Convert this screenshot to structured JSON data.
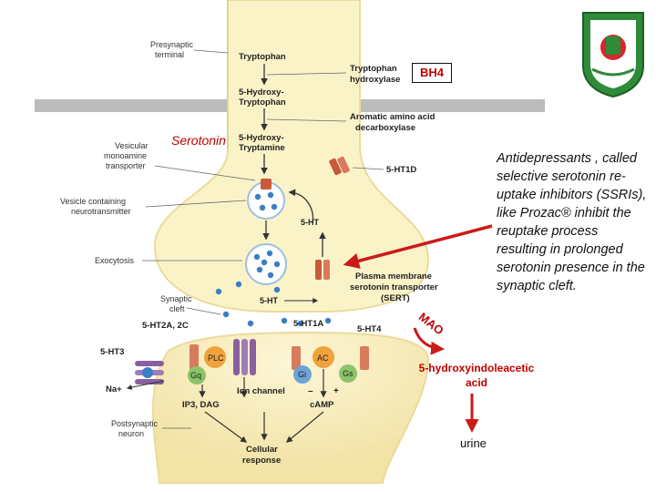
{
  "labels": {
    "presynaptic_terminal": [
      "Presynaptic",
      "terminal"
    ],
    "tryptophan": "Tryptophan",
    "tryptophan_hydroxylase": [
      "Tryptophan",
      "hydroxylase"
    ],
    "five_hydroxy_tryptophan": [
      "5-Hydroxy-",
      "Tryptophan"
    ],
    "aromatic_decarboxylase": [
      "Aromatic amino acid",
      "decarboxylase"
    ],
    "five_hydroxy_tryptamine": [
      "5-Hydroxy-",
      "Tryptamine"
    ],
    "vesicular_transporter": [
      "Vesicular",
      "monoamine",
      "transporter"
    ],
    "vesicle_containing": [
      "Vesicle containing",
      "neurotransmitter"
    ],
    "ht1d": "5-HT1D",
    "ht": "5-HT",
    "exocytosis": "Exocytosis",
    "plasma_membrane": [
      "Plasma membrane",
      "serotonin transporter",
      "(SERT)"
    ],
    "synaptic_cleft": [
      "Synaptic",
      "cleft"
    ],
    "ht_cleft": "5-HT",
    "ht2ac": "5-HT2A, 2C",
    "ht1a": "5-HT1A",
    "ht4": "5-HT4",
    "ht3": "5-HT3",
    "na": "Na+",
    "plc": "PLC",
    "gq": "Gq",
    "ac": "AC",
    "gi": "Gi",
    "gs": "Gs",
    "ion_channel": "Ion channel",
    "ip3_dag": "IP3, DAG",
    "camp": "cAMP",
    "minus": "–",
    "plus": "+",
    "postsynaptic": [
      "Postsynaptic",
      "neuron"
    ],
    "cellular_response": [
      "Cellular",
      "response"
    ]
  },
  "overlay": {
    "bh4": "BH4",
    "serotonin": "Serotonin",
    "antidepressants": "Antidepressants , called selective serotonin re-uptake inhibitors (SSRIs), like Prozac® inhibit the reuptake process resulting in prolonged serotonin presence in the synaptic cleft.",
    "mao": "MAO",
    "hiaa": [
      "5-hydroxyindoleacetic",
      "acid"
    ],
    "urine": "urine"
  },
  "colors": {
    "neuron_fill": "#fbf3c8",
    "neuron_edge": "#eadb9c",
    "annotation_red": "#c00000",
    "arrow_red": "#cc1a1a",
    "vesicle_blue": "#3a7fc4",
    "enzyme_orange": "#f0a23c",
    "g_green": "#8cc46a",
    "g_blue": "#6fa3d8",
    "receptor_purple": "#8a5fa0",
    "transporter_red": "#c85a3c"
  },
  "icons": {
    "logo": "university-seal-emblem"
  }
}
